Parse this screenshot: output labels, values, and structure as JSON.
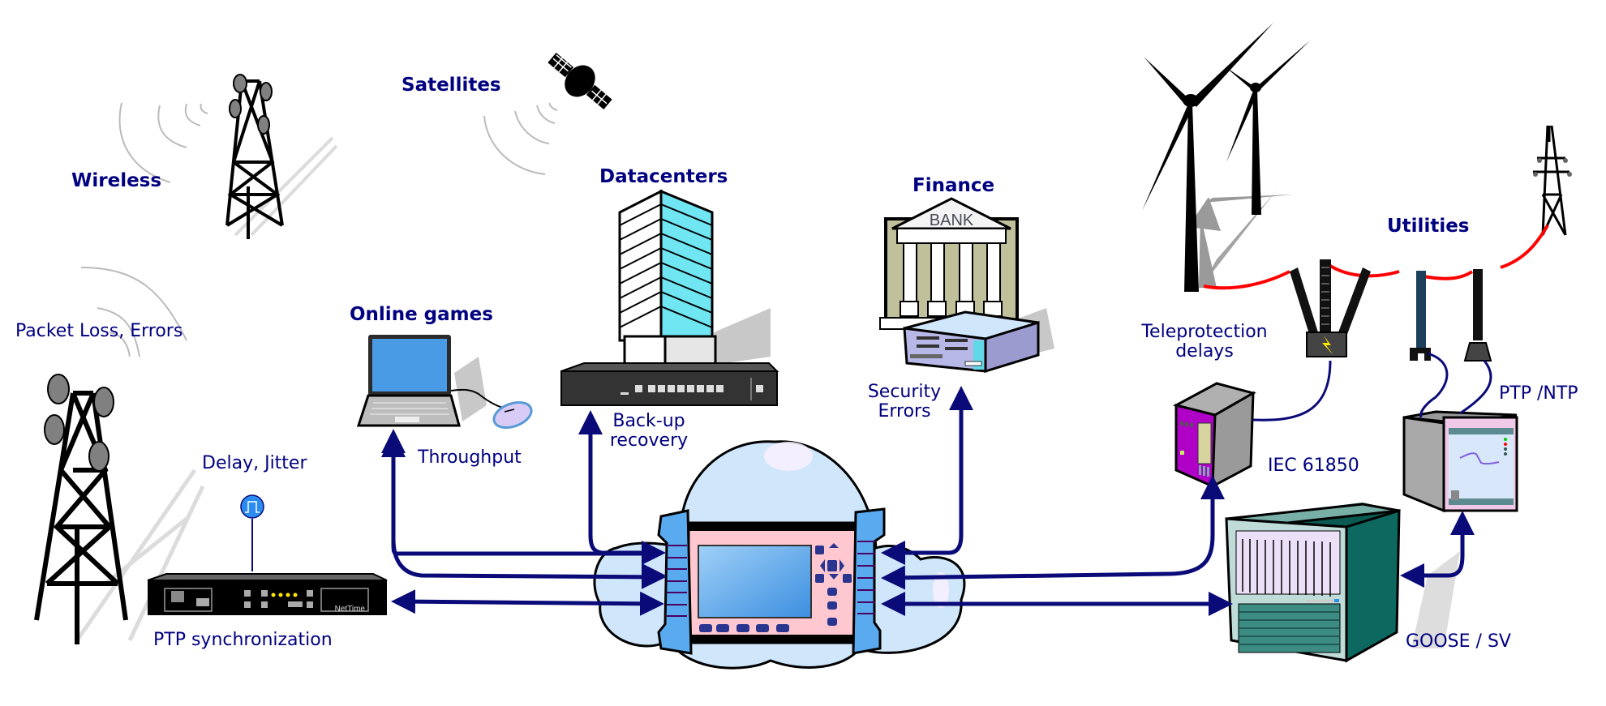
{
  "diagram": {
    "title_sectors": {
      "wireless": "Wireless",
      "satellites": "Satellites",
      "datacenters": "Datacenters",
      "finance": "Finance",
      "utilities": "Utilities",
      "online_games": "Online games"
    },
    "annotations": {
      "packet_loss": "Packet Loss, Errors",
      "delay_jitter": "Delay, Jitter",
      "ptp_sync": "PTP synchronization",
      "throughput": "Throughput",
      "backup_line1": "Back-up",
      "backup_line2": "recovery",
      "security_line1": "Security",
      "security_line2": "Errors",
      "teleprotection_line1": "Teleprotection",
      "teleprotection_line2": "delays",
      "iec": "IEC 61850",
      "ptp_ntp": "PTP /NTP",
      "goose_sv": "GOOSE / SV"
    },
    "device_text": {
      "bank_sign": "BANK",
      "grandmaster_brand": "NetTime"
    },
    "icons": [
      "cell-tower-icon",
      "satellite-icon",
      "datacenter-building-icon",
      "network-switch-icon",
      "bank-icon",
      "server-icon",
      "laptop-icon",
      "mouse-icon",
      "wind-turbine-icon",
      "power-pylon-icon",
      "transformer-icon",
      "insulator-icon",
      "protection-relay-icon",
      "merging-unit-icon",
      "rack-chassis-icon",
      "ptp-grandmaster-icon",
      "pulse-signal-icon",
      "cloud-icon",
      "network-tester-icon"
    ],
    "colors": {
      "label": "#000080",
      "arrow": "#0a0a78",
      "power_line": "#ff0000",
      "cloud_fill": "#cfe6fb",
      "tester_body": "#ffc8d0",
      "tester_bumper": "#5aaaf0",
      "building_glass": "#6fe6f2"
    }
  }
}
